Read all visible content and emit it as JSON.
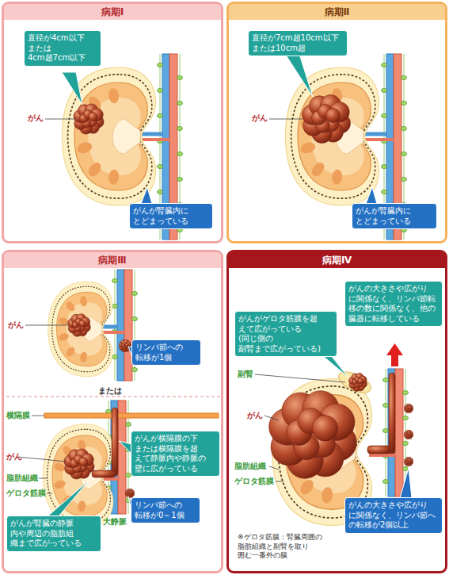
{
  "diagram": {
    "nodes": [
      {
        "text": [
          "病期Ⅰ"
        ]
      },
      {
        "text": [
          "直径が4cm以下 または 4cm超7cm以下"
        ],
        "in": 0
      },
      {
        "text": [
          "がんが腎臓内に とどまっている"
        ],
        "in": 0
      },
      {
        "text": [
          "病期Ⅱ"
        ]
      },
      {
        "text": [
          "直径が7cm超10cm以下 または10cm超"
        ],
        "in": 3
      },
      {
        "text": [
          "がんが腎臓内に とどまっている"
        ],
        "in": 3
      },
      {
        "text": [
          "病期Ⅲ"
        ]
      },
      {
        "text": [
          "リンパ節への 転移が1個"
        ],
        "in": 6
      },
      {
        "text": [
          "がんが横隔膜の下 または横隔膜を超 えて静脈内や静脈の 壁に広がっている"
        ],
        "in": 6
      },
      {
        "text": [
          "リンパ節への 転移が0～1個"
        ],
        "in": 6
      },
      {
        "text": [
          "がんが腎臓の静脈 内や周辺の脂肪組 織まで広がっている"
        ],
        "in": 6
      },
      {
        "text": [
          "病期Ⅳ"
        ]
      },
      {
        "text": [
          "がんがゲロタ筋膜を超 えて広がっている(同じ側の 副腎まで広がっている)"
        ],
        "in": 11
      },
      {
        "text": [
          "がんの大きさや広がり に関係なく、リンパ節転 移の数に関係なく、他の 臓器に転移している"
        ],
        "in": 11
      },
      {
        "text": [
          "がんの大きさや広がり に関係なく、リンパ節へ の転移が2個以上"
        ],
        "in": 11
      }
    ],
    "labels": [
      "がん",
      "がん",
      "がん",
      "または",
      "横隔膜",
      "がん",
      "脂肪組織",
      "ゲロタ筋膜",
      "大静脈",
      "副腎",
      "がん",
      "脂肪組織",
      "ゲロタ筋膜",
      "※ゲロタ筋膜：腎臓周囲の 脂肪組織と副腎を取り 囲む一番外の膜"
    ]
  }
}
